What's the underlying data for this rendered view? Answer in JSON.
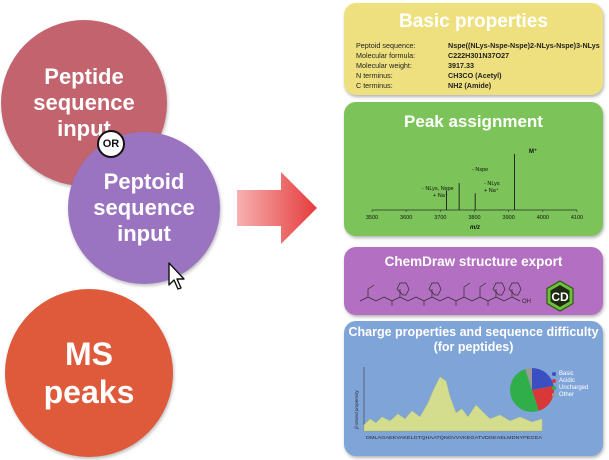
{
  "inputs": {
    "peptide": "Peptide\nsequence\ninput",
    "or": "OR",
    "peptoid": "Peptoid\nsequence\ninput",
    "ms": "MS\npeaks"
  },
  "basic": {
    "title": "Basic properties",
    "rows": [
      {
        "key": "Peptoid sequence:",
        "value": "Nspe((NLys-Nspe-Nspe)2-NLys-Nspe)3-NLys"
      },
      {
        "key": "Molecular formula:",
        "value": "C222H301N37O27"
      },
      {
        "key": "Molecular weight:",
        "value": "3917.33"
      },
      {
        "key": "N terminus:",
        "value": "CH3CO (Acetyl)"
      },
      {
        "key": "C terminus:",
        "value": "NH2 (Amide)"
      }
    ]
  },
  "peak": {
    "title": "Peak assignment",
    "labels": {
      "main": "M⁺",
      "nspe": "- Nspe",
      "nlys_nspe": "- NLys, Nspe\n+ Na⁺",
      "nlys": "- NLys\n+ Na⁺"
    },
    "xlabel": "m/z"
  },
  "chart_data": [
    {
      "type": "bar",
      "title": "Peak assignment",
      "xlabel": "m/z",
      "ylabel": "",
      "xlim": [
        3500,
        4100
      ],
      "ticks": [
        3500,
        3600,
        3700,
        3800,
        3900,
        4000,
        4100
      ],
      "peaks": [
        {
          "x": 3718,
          "y": 0.35
        },
        {
          "x": 3755,
          "y": 0.48
        },
        {
          "x": 3802,
          "y": 0.3
        },
        {
          "x": 3917,
          "y": 1.0
        }
      ]
    },
    {
      "type": "area",
      "title": "Charge properties and sequence difficulty\n(for peptides)",
      "ylabel": "β-strand propensity",
      "x_sequence": "DMLAGAEKVAKELGTQHAATQNGVVVKEGATVDGEAELMDNYPEGEA",
      "pie": [
        {
          "name": "Basic",
          "value": 0.22,
          "color": "#3a4fc2"
        },
        {
          "name": "Acidic",
          "value": 0.23,
          "color": "#d83838"
        },
        {
          "name": "Uncharged",
          "value": 0.5,
          "color": "#2fae4a"
        },
        {
          "name": "Other",
          "value": 0.05,
          "color": "#9a9a9a"
        }
      ]
    }
  ],
  "chemdraw": {
    "title": "ChemDraw structure export",
    "logo": "CD",
    "oh_label": "OH"
  },
  "charge": {
    "title": "Charge properties and sequence difficulty\n(for peptides)",
    "ylabel": "β-strand propensity",
    "sequence": "DMLAGAEKVAKELGTQHAATQNGVVVKEGATVDGEAELMDNYPEGEA",
    "legend": [
      "Basic",
      "Acidic",
      "Uncharged",
      "Other"
    ]
  },
  "colors": {
    "peptide": "#c2636e",
    "peptoid": "#9b74c1",
    "ms": "#df5a3a",
    "basic_panel": "#eee07e",
    "peak_panel": "#7cc45a",
    "chemdraw_panel": "#b36fc1",
    "charge_panel": "#7fa4d8",
    "arrow": "#e84a4a"
  }
}
